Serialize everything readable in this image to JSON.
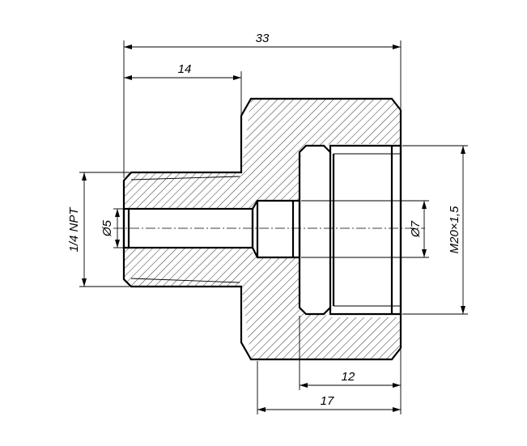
{
  "drawing": {
    "dimensions": {
      "overall_length": "33",
      "thread_length": "14",
      "thread_depth": "12",
      "body_depth": "17",
      "npt_thread": "1/4 NPT",
      "bore_diameter": "Ø5",
      "counterbore_diameter": "Ø7",
      "metric_thread": "M20×1,5"
    }
  }
}
